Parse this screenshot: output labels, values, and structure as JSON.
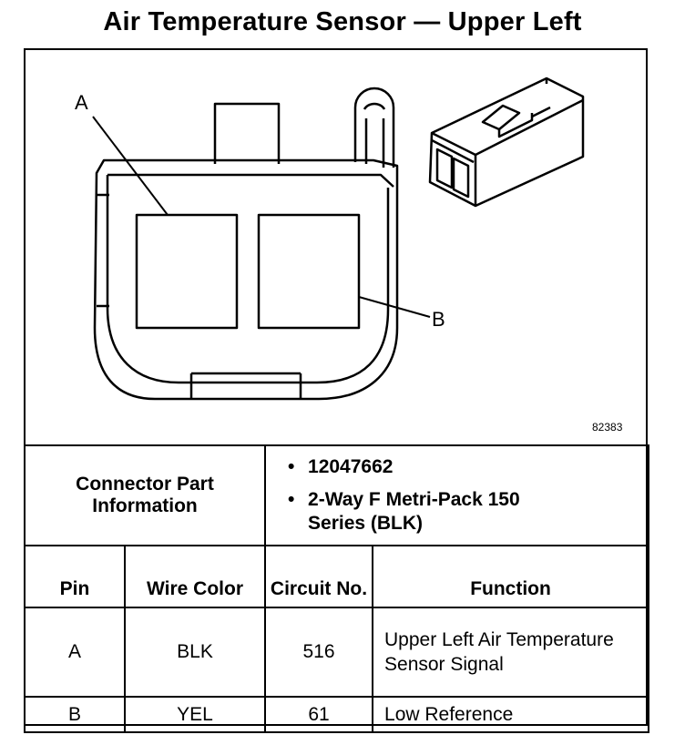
{
  "title": "Air Temperature Sensor — Upper Left",
  "figure_number": "82383",
  "labels": {
    "a": "A",
    "b": "B"
  },
  "connector_info": {
    "heading": "Connector Part Information",
    "bullets": [
      "12047662",
      "2-Way F Metri-Pack 150 Series (BLK)"
    ]
  },
  "table": {
    "headers": [
      "Pin",
      "Wire Color",
      "Circuit No.",
      "Function"
    ],
    "rows": [
      {
        "pin": "A",
        "color": "BLK",
        "circuit": "516",
        "function": "Upper Left Air Temperature Sensor Signal"
      },
      {
        "pin": "B",
        "color": "YEL",
        "circuit": "61",
        "function": "Low Reference"
      }
    ]
  }
}
